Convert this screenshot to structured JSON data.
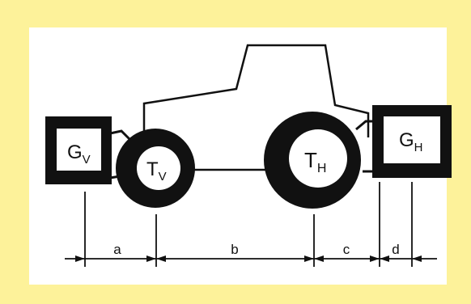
{
  "labels": {
    "front_weight": {
      "main": "G",
      "sub": "V"
    },
    "rear_weight": {
      "main": "G",
      "sub": "H"
    },
    "front_tire": {
      "main": "T",
      "sub": "V"
    },
    "rear_tire": {
      "main": "T",
      "sub": "H"
    },
    "dim_a": "a",
    "dim_b": "b",
    "dim_c": "c",
    "dim_d": "d"
  },
  "colors": {
    "background": "#fdf29a",
    "panel": "#ffffff",
    "ink": "#111111"
  }
}
